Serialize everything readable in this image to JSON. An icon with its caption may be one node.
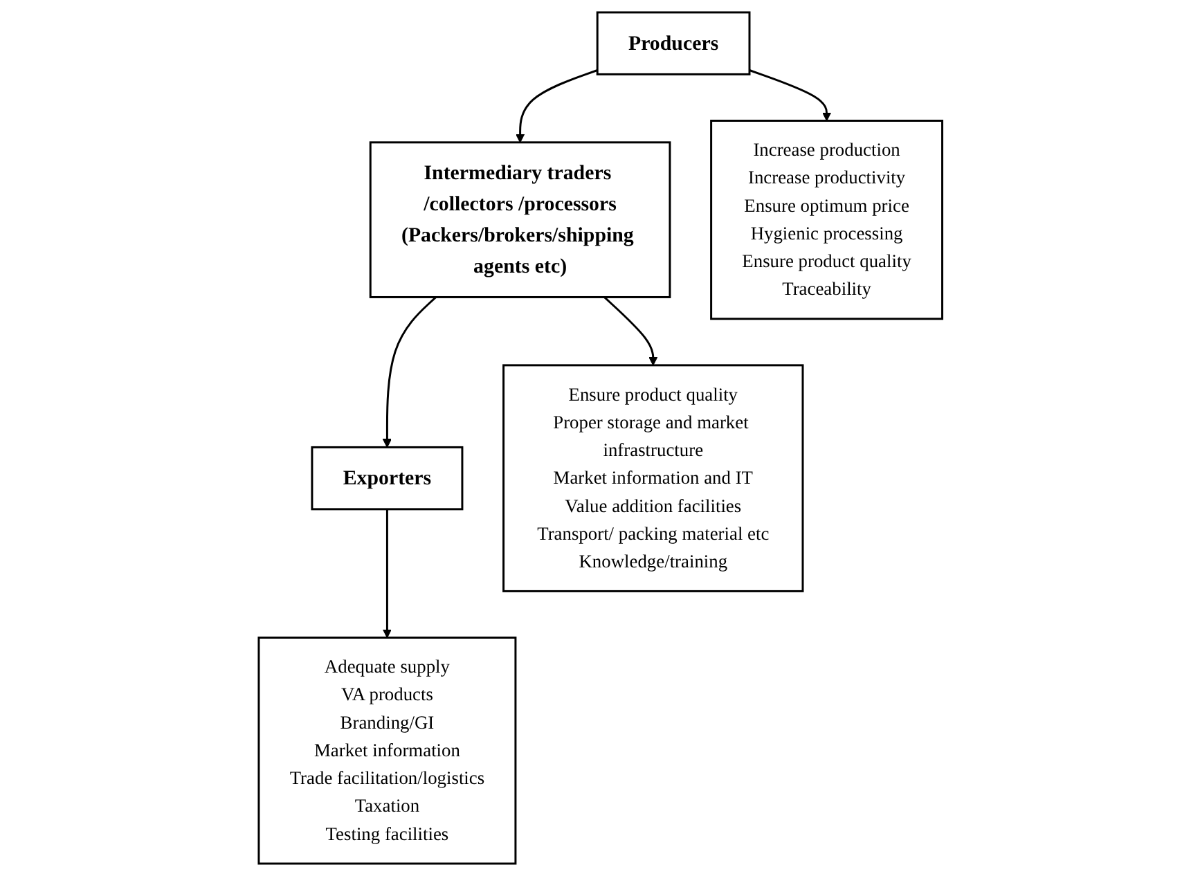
{
  "diagram": {
    "nodes": [
      {
        "text": [
          "Producers"
        ]
      },
      {
        "text": [
          "Intermediary traders /collectors /processors",
          "(Packers/brokers/shipping agents etc)"
        ]
      },
      {
        "text": [
          "Exporters"
        ]
      },
      {
        "text": [
          "Increase production",
          "Increase productivity",
          "Ensure optimum price",
          "Hygienic processing",
          "Ensure product quality",
          "Traceability"
        ]
      },
      {
        "text": [
          "Ensure product quality",
          "Proper storage and market infrastructure",
          "Market information and IT",
          "Value addition facilities",
          "Transport/ packing material etc",
          "Knowledge/training"
        ]
      },
      {
        "text": [
          "Adequate supply",
          "VA products",
          "Branding/GI",
          "Market information",
          "Trade facilitation/logistics",
          "Taxation",
          "Testing facilities"
        ]
      }
    ],
    "edges": [
      {
        "from": 0,
        "to": 1,
        "arrow": "to"
      },
      {
        "from": 1,
        "to": 2,
        "arrow": "to"
      },
      {
        "from": 0,
        "to": 3,
        "arrow": "to"
      },
      {
        "from": 1,
        "to": 4,
        "arrow": "to"
      },
      {
        "from": 2,
        "to": 5,
        "arrow": "to"
      }
    ]
  }
}
